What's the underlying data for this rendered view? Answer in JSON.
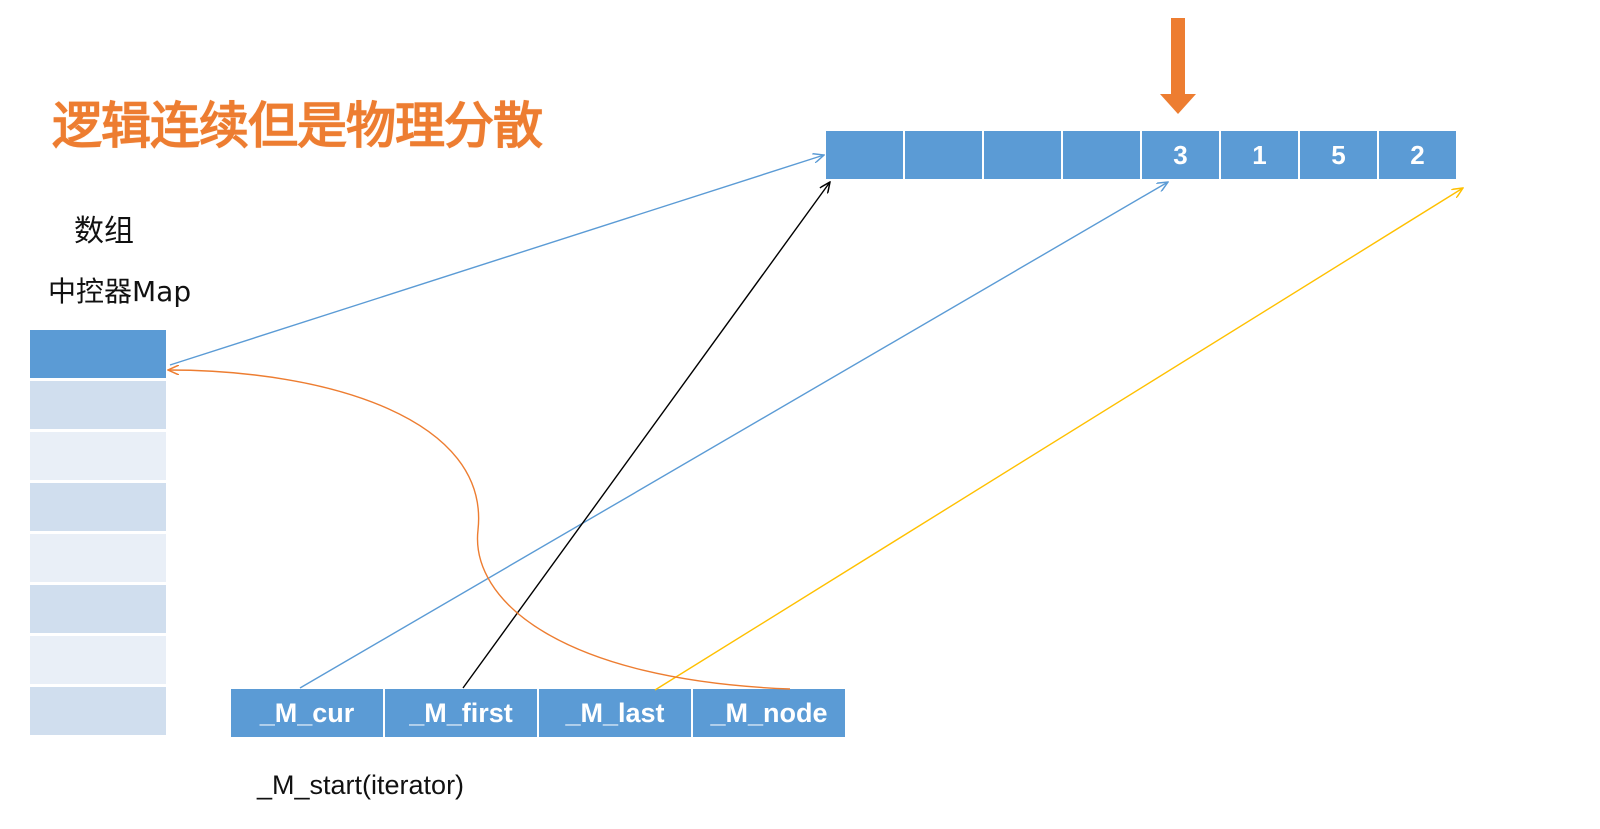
{
  "title": "逻辑连续但是物理分散",
  "labels": {
    "array": "数组",
    "map": "中控器Map",
    "iterator": "_M_start(iterator)"
  },
  "buffer": {
    "cells": [
      "",
      "",
      "",
      "",
      "3",
      "1",
      "5",
      "2"
    ]
  },
  "map": {
    "cells": 8
  },
  "iterator": {
    "fields": [
      "_M_cur",
      "_M_first",
      "_M_last",
      "_M_node"
    ]
  },
  "colors": {
    "title": "#ed7d31",
    "cell_fill": "#5b9bd5",
    "map_dark": "#d0deee",
    "map_light": "#e9eff7",
    "arrow_cur": "#5b9bd5",
    "arrow_first": "#000000",
    "arrow_last": "#ffc000",
    "arrow_node": "#ed7d31",
    "pointer_arrow": "#ed7d31"
  },
  "icons": {
    "pointer": "down-arrow-icon"
  }
}
